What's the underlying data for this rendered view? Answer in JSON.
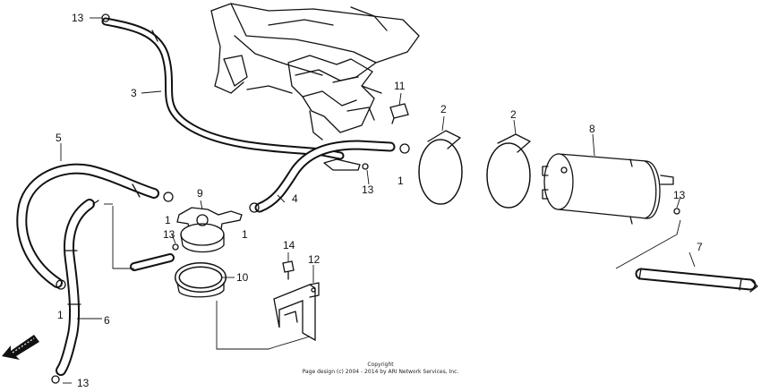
{
  "diagram": {
    "part_labels": {
      "p1a": "1",
      "p1b": "1",
      "p1c": "1",
      "p1d": "1",
      "p2a": "2",
      "p2b": "2",
      "p3": "3",
      "p4": "4",
      "p5": "5",
      "p6": "6",
      "p7": "7",
      "p8": "8",
      "p9": "9",
      "p10": "10",
      "p11": "11",
      "p12": "12",
      "p13a": "13",
      "p13b": "13",
      "p13c": "13",
      "p13d": "13",
      "p13e": "13",
      "p14": "14"
    },
    "copyright_line1": "Copyright",
    "copyright_line2": "Page design (c) 2004 - 2014 by ARI Network Services, Inc."
  }
}
